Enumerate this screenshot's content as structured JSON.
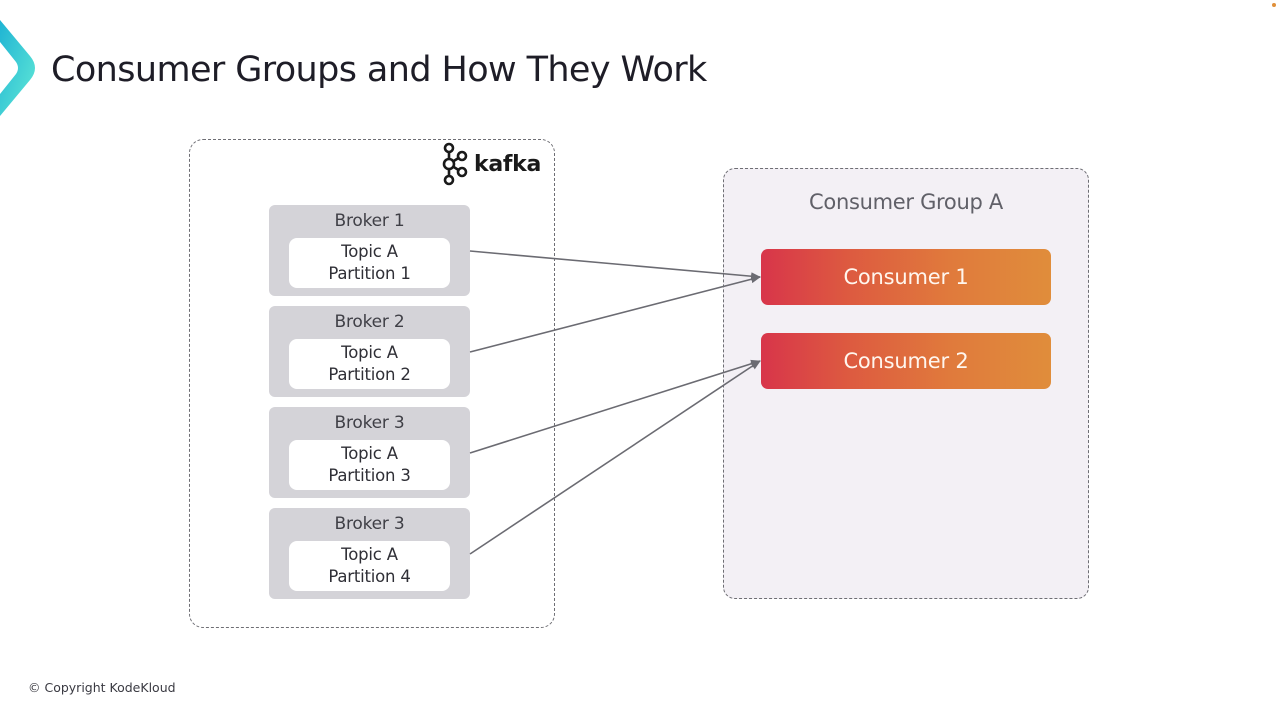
{
  "slide": {
    "title": "Consumer Groups and How They Work",
    "footer": "© Copyright KodeKloud",
    "accent_colors": {
      "chevron_start": "#1fb8d6",
      "chevron_end": "#5ee6d8",
      "consumer_gradient_start": "#d8354a",
      "consumer_gradient_end": "#e08d3b"
    }
  },
  "cluster": {
    "logo_icon": "kafka-icon",
    "logo_text": "kafka",
    "brokers": [
      {
        "label": "Broker 1",
        "topic": "Topic A",
        "partition": "Partition 1"
      },
      {
        "label": "Broker 2",
        "topic": "Topic A",
        "partition": "Partition 2"
      },
      {
        "label": "Broker 3",
        "topic": "Topic A",
        "partition": "Partition 3"
      },
      {
        "label": "Broker 3",
        "topic": "Topic A",
        "partition": "Partition 4"
      }
    ]
  },
  "consumer_group": {
    "title": "Consumer Group A",
    "consumers": [
      {
        "label": "Consumer 1"
      },
      {
        "label": "Consumer 2"
      }
    ]
  },
  "connections": [
    {
      "from_partition": 1,
      "to_consumer": 1
    },
    {
      "from_partition": 2,
      "to_consumer": 1
    },
    {
      "from_partition": 3,
      "to_consumer": 2
    },
    {
      "from_partition": 4,
      "to_consumer": 2
    }
  ]
}
